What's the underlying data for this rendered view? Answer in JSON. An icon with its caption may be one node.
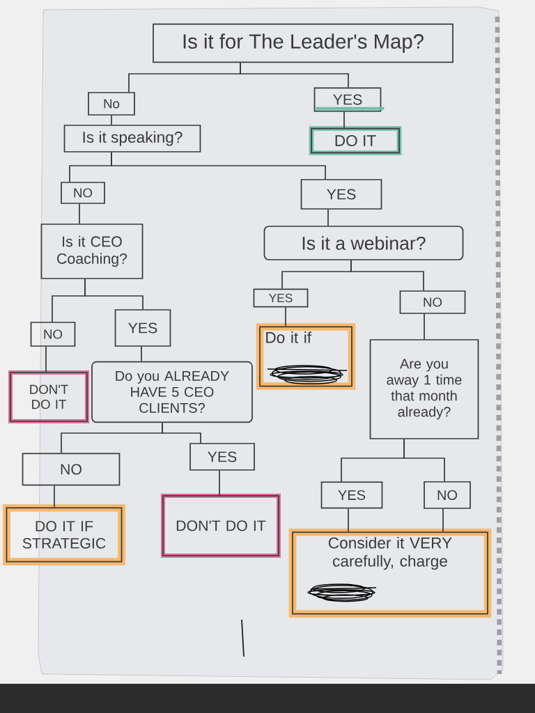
{
  "diagram": {
    "nodes": [
      {
        "text": [
          "Is it for The Leader's Map?"
        ]
      },
      {
        "text": [
          "No"
        ]
      },
      {
        "text": [
          "YES"
        ]
      },
      {
        "text": [
          "Is it speaking?"
        ]
      },
      {
        "text": [
          "DO IT"
        ]
      },
      {
        "text": [
          "NO"
        ]
      },
      {
        "text": [
          "YES"
        ]
      },
      {
        "text": [
          "Is it CEO Coaching?"
        ]
      },
      {
        "text": [
          "Is it a webinar?"
        ]
      },
      {
        "text": [
          "YES"
        ]
      },
      {
        "text": [
          "NO"
        ]
      },
      {
        "text": [
          "NO"
        ]
      },
      {
        "text": [
          "YES"
        ]
      },
      {
        "text": [
          "DON'T DO IT"
        ]
      },
      {
        "text": [
          "Do you ALREADY HAVE 5 CEO CLIENTS?"
        ]
      },
      {
        "text": [
          "Do it if"
        ]
      },
      {
        "text": [
          "Are you away 1 time that month already?"
        ]
      },
      {
        "text": [
          "NO"
        ]
      },
      {
        "text": [
          "YES"
        ]
      },
      {
        "text": [
          "DO IT IF STRATEGIC"
        ]
      },
      {
        "text": [
          "DON'T DO IT"
        ]
      },
      {
        "text": [
          "YES"
        ]
      },
      {
        "text": [
          "NO"
        ]
      },
      {
        "text": [
          "Consider it VERY carefully, charge"
        ]
      }
    ],
    "edges": [
      {
        "from": 0,
        "to": 1,
        "arrow": "none"
      },
      {
        "from": 0,
        "to": 2,
        "arrow": "none"
      },
      {
        "from": 2,
        "to": 4,
        "arrow": "none"
      },
      {
        "from": 1,
        "to": 3,
        "arrow": "none"
      },
      {
        "from": 3,
        "to": 5,
        "arrow": "none"
      },
      {
        "from": 3,
        "to": 6,
        "arrow": "none"
      },
      {
        "from": 5,
        "to": 7,
        "arrow": "none"
      },
      {
        "from": 6,
        "to": 8,
        "arrow": "none"
      },
      {
        "from": 7,
        "to": 11,
        "arrow": "none"
      },
      {
        "from": 7,
        "to": 12,
        "arrow": "none"
      },
      {
        "from": 8,
        "to": 9,
        "arrow": "none"
      },
      {
        "from": 8,
        "to": 10,
        "arrow": "none"
      },
      {
        "from": 11,
        "to": 13,
        "arrow": "none"
      },
      {
        "from": 12,
        "to": 14,
        "arrow": "none"
      },
      {
        "from": 9,
        "to": 15,
        "arrow": "none"
      },
      {
        "from": 10,
        "to": 16,
        "arrow": "none"
      },
      {
        "from": 14,
        "to": 17,
        "arrow": "none"
      },
      {
        "from": 14,
        "to": 18,
        "arrow": "none"
      },
      {
        "from": 17,
        "to": 19,
        "arrow": "none"
      },
      {
        "from": 18,
        "to": 20,
        "arrow": "none"
      },
      {
        "from": 16,
        "to": 21,
        "arrow": "none"
      },
      {
        "from": 16,
        "to": 22,
        "arrow": "none"
      },
      {
        "from": 21,
        "to": 23,
        "arrow": "none"
      },
      {
        "from": 22,
        "to": 23,
        "arrow": "none"
      }
    ]
  }
}
